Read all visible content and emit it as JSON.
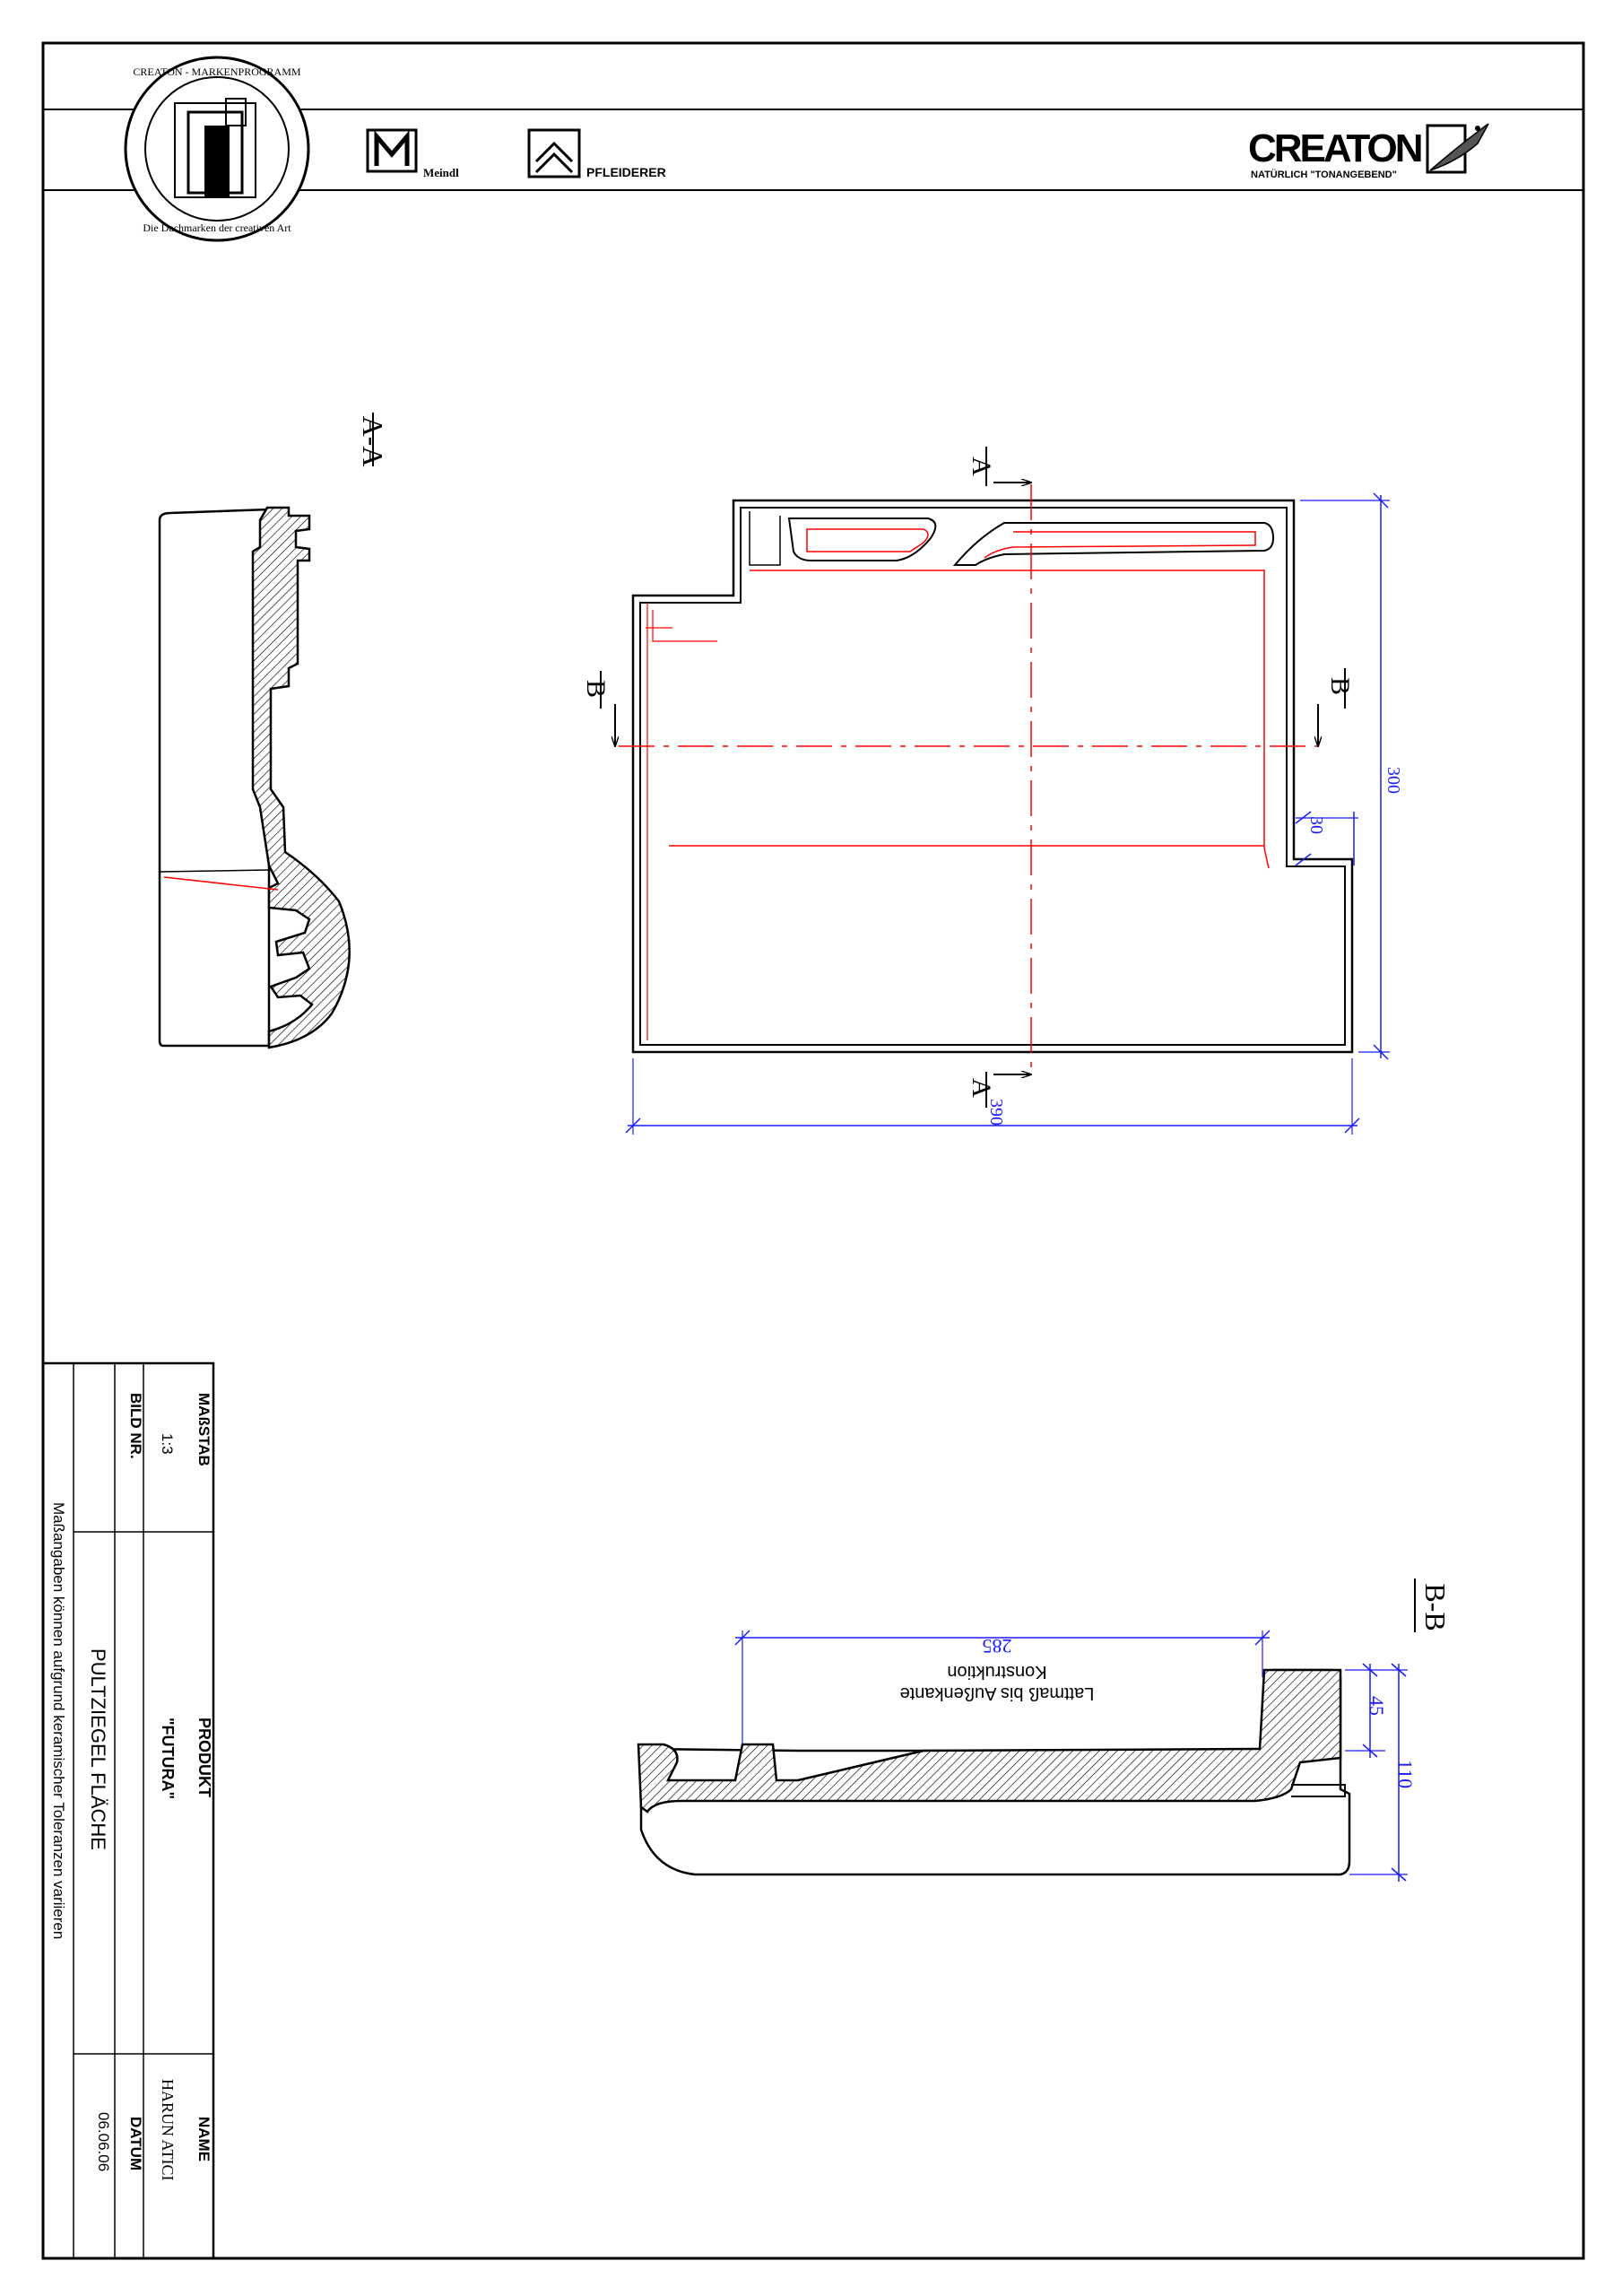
{
  "header": {
    "seal_text_top": "CREATON - MARKENPROGRAMM",
    "seal_text_bottom": "Die Dachmarken der creativen Art",
    "brand_meindl": "Meindl",
    "brand_pfleiderer": "PFLEIDERER",
    "brand_creaton": "CREATON",
    "creaton_slogan": "NATÜRLICH \"TONANGEBEND\""
  },
  "views": {
    "section_aa": "A-A",
    "section_bb": "B-B",
    "cut_a": "A",
    "cut_b": "B"
  },
  "dimensions": {
    "width": "390",
    "height": "300",
    "overlap": "30",
    "batten": "285",
    "batten_note_line1": "Lattmaß bis Außenkante",
    "batten_note_line2": "Konstruktion",
    "rise_small": "45",
    "rise_total": "110"
  },
  "title_block": {
    "scale_label": "MAßSTAB",
    "scale_value": "1:3",
    "image_no_label": "BILD NR.",
    "product_label": "PRODUKT",
    "product_value": "\"FUTURA\"",
    "description": "PULTZIEGEL FLÄCHE",
    "name_label": "NAME",
    "name_value": "HARUN  ATICI",
    "date_label": "DATUM",
    "date_value": "06.06.06",
    "note": "Maßangaben  können  aufgrund  keramischer  Toleranzen  variieren"
  },
  "colors": {
    "outline": "#000000",
    "dimension": "#1a1aff",
    "centerline": "#ff0000"
  }
}
